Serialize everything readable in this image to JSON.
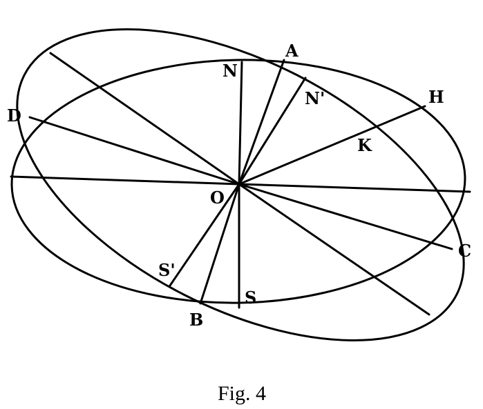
{
  "figure": {
    "caption": "Fig. 4",
    "labels": {
      "A": "A",
      "N": "N",
      "N_prime": "N'",
      "H": "H",
      "D": "D",
      "K": "K",
      "O": "O",
      "C": "C",
      "S_prime": "S'",
      "S": "S",
      "B": "B"
    }
  }
}
